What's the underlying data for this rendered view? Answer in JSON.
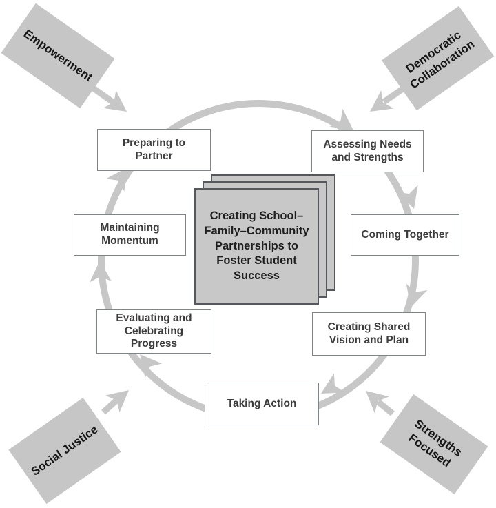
{
  "diagram": {
    "center": {
      "lines": [
        "Creating School–",
        "Family–Community",
        "Partnerships to",
        "Foster Student",
        "Success"
      ]
    },
    "steps": [
      {
        "id": "preparing-to-partner",
        "lines": [
          "Preparing to",
          "Partner"
        ]
      },
      {
        "id": "assessing-needs-and-strengths",
        "lines": [
          "Assessing Needs",
          "and Strengths"
        ]
      },
      {
        "id": "coming-together",
        "lines": [
          "Coming Together"
        ]
      },
      {
        "id": "creating-shared-vision-and-plan",
        "lines": [
          "Creating Shared",
          "Vision and Plan"
        ]
      },
      {
        "id": "taking-action",
        "lines": [
          "Taking Action"
        ]
      },
      {
        "id": "evaluating-and-celebrating-progress",
        "lines": [
          "Evaluating and",
          "Celebrating",
          "Progress"
        ]
      },
      {
        "id": "maintaining-momentum",
        "lines": [
          "Maintaining",
          "Momentum"
        ]
      }
    ],
    "principles": [
      {
        "id": "empowerment",
        "lines": [
          "Empowerment"
        ]
      },
      {
        "id": "democratic-collaboration",
        "lines": [
          "Democratic",
          "Collaboration"
        ]
      },
      {
        "id": "social-justice",
        "lines": [
          "Social Justice"
        ]
      },
      {
        "id": "strengths-focused",
        "lines": [
          "Strengths",
          "Focused"
        ]
      }
    ],
    "colors": {
      "ring": "#c7c7c7",
      "principle_fill": "#c6c6c6",
      "stack_fill": "#c8c8c8",
      "stack_border": "#55585c",
      "step_border": "#7f8487",
      "step_text": "#3c3c3c",
      "title_text": "#1e1e1e"
    }
  }
}
